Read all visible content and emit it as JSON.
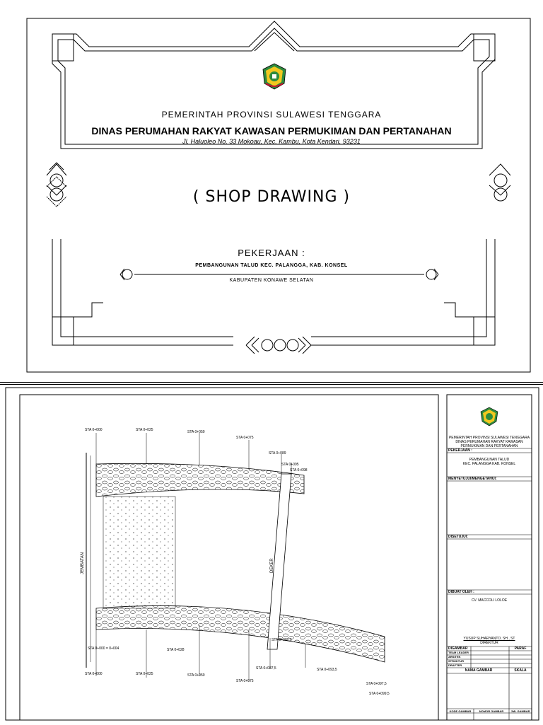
{
  "cover": {
    "government": "PEMERINTAH PROVINSI SULAWESI TENGGARA",
    "agency": "DINAS PERUMAHAN RAKYAT KAWASAN PERMUKIMAN DAN PERTANAHAN",
    "address": "Jl. Haluoleo No. 33 Mokoau, Kec. Kambu, Kota Kendari, 93231",
    "drawing_title": "( SHOP DRAWING )",
    "work_label": "PEKERJAAN :",
    "project": "PEMBANGUNAN TALUD KEC. PALANGGA, KAB. KONSEL",
    "regency": "KABUPATEN KONAWE SELATAN"
  },
  "plan": {
    "bridge_label": "JEMBATAN",
    "culvert_label": "DEKER",
    "stations_top": [
      "STA 0+000",
      "STA 0+025",
      "STA 0+050",
      "STA 0+075",
      "STA 0+089",
      "STA 0+095",
      "STA 0+098"
    ],
    "stations_bottom": [
      "STA 0+000",
      "STA 0+025",
      "STA 0+050",
      "STA 0+075",
      "STA 0+087,5",
      "STA 0+093,5",
      "STA 0+097,5",
      "STA 0+099,5"
    ],
    "stations_bottom_inner": [
      "STA 0+000 = 0+004",
      "STA 0+028",
      "STA 0+080,5"
    ]
  },
  "title_block": {
    "header": "PEMERINTAH PROVINSI SULAWESI TENGGARA\nDINAS PERUMAHAN RAKYAT KAWASAN\nPERMUKIMAN DAN PERTANAHAN",
    "work_label": "PEKERJAAN :",
    "work_value": "PEMBANGUNAN TALUD\nKEC. PALANGGA KAB. KONSEL",
    "approved_label": "MENYETUJUI/MENGETAHUI:",
    "checked_label": "DISETUJUI:",
    "made_by_label": "DIBUAT OLEH :",
    "made_by_value": "CV. MACCOLI LOLOE",
    "director_name": "YUSUP SUHARYANTO, SH., ST",
    "director_title": "DIREKTUR",
    "drawn_by_label": "DIGAMBAR",
    "sign_label": "PARAF",
    "roles": [
      "TEAM LEADER",
      "ARSITEK",
      "STRUKTUR",
      "DRAFTER"
    ],
    "drawing_name_label": "NAMA GAMBAR",
    "scale_label": "SKALA",
    "drawing_code_label": "KODE GAMBAR",
    "drawing_number_label": "NOMOR GAMBAR",
    "sheet_count_label": "JML GAMBAR"
  }
}
